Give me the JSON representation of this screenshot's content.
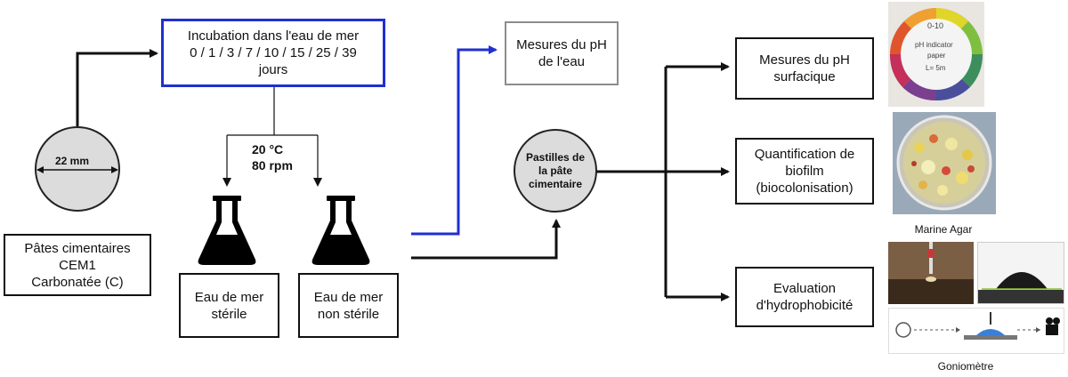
{
  "incubation": {
    "text": "Incubation dans l'eau de mer\n0 / 1 / 3 / 7 / 10 / 15 / 25 / 39\njours"
  },
  "sample": {
    "diameter_label": "22 mm",
    "paste_label": "Pâtes cimentaires\nCEM1\nCarbonatée (C)"
  },
  "conditions": {
    "temperature": "20 °C",
    "agitation": "80 rpm"
  },
  "flasks": [
    {
      "label": "Eau de mer\nstérile"
    },
    {
      "label": "Eau de mer\nnon stérile"
    }
  ],
  "water_ph": {
    "label": "Mesures du pH\nde l'eau"
  },
  "pellets": {
    "label": "Pastilles de\nla pâte\ncimentaire"
  },
  "analyses": [
    {
      "label": "Mesures du pH\nsurfacique"
    },
    {
      "label": "Quantification de\nbiofilm\n(biocolonisation)"
    },
    {
      "label": "Evaluation\nd'hydrophobicité"
    }
  ],
  "ph_paper": {
    "top_text": "0-10",
    "line1": "pH indicator",
    "line2": "paper",
    "line3": "L= 5m"
  },
  "agar": {
    "caption": "Marine Agar"
  },
  "goniometer": {
    "caption": "Goniomètre"
  },
  "colors": {
    "blue_arrow": "#1f2fd1",
    "black_arrow": "#111111",
    "grey_border": "#8c8c8c",
    "pellet_fill": "#dcdcdc"
  }
}
